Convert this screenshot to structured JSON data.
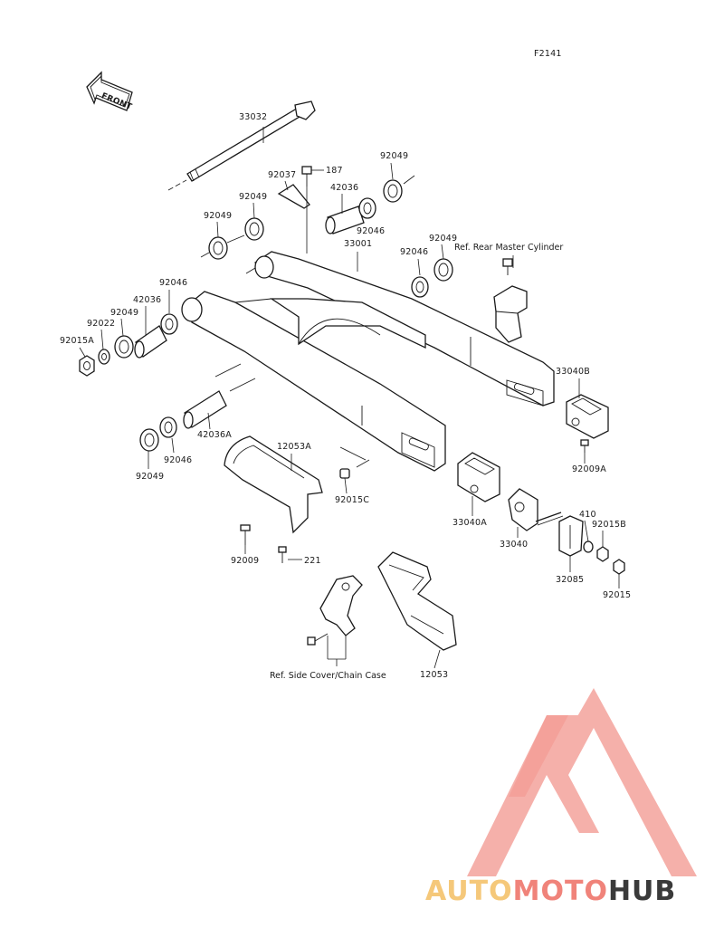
{
  "diagram_code": "F2141",
  "front_label": "FRONT",
  "parts": {
    "p33032": "33032",
    "p92037": "92037",
    "p187": "187",
    "p92049_top": "92049",
    "p42036_top": "42036",
    "p92049_mid": "92049",
    "p92046_top": "92046",
    "p92049_left": "92049",
    "p33001": "33001",
    "p92046_right": "92046",
    "p92049_right": "92049",
    "p92046_left": "92046",
    "p42036_left": "42036",
    "p92049_left2": "92049",
    "p92022": "92022",
    "p92015A": "92015A",
    "p33040B": "33040B",
    "p92009A": "92009A",
    "p42036A": "42036A",
    "p12053A": "12053A",
    "p92015C": "92015C",
    "p92049_bottom": "92049",
    "p92046_bottom": "92046",
    "p33040A": "33040A",
    "p33040": "33040",
    "p410": "410",
    "p92015B": "92015B",
    "p32085": "32085",
    "p92015": "92015",
    "p92009": "92009",
    "p221": "221",
    "p12053": "12053"
  },
  "references": {
    "rear_master_cylinder": "Ref. Rear Master Cylinder",
    "side_cover_chain_case": "Ref. Side Cover/Chain Case"
  },
  "watermark": {
    "part1": "AUTO",
    "part2": "MOTO",
    "part3": "HUB",
    "color_light": "#f5c87a",
    "color_red": "#f0837a",
    "color_dark": "#3a3a3a"
  }
}
